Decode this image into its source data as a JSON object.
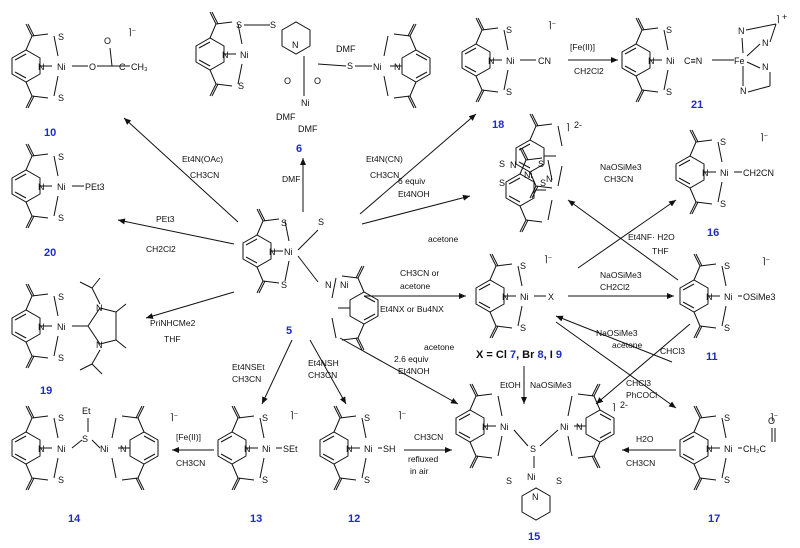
{
  "colors": {
    "label": "#1f2dbf",
    "ink": "#111111",
    "background": "#ffffff"
  },
  "atoms": {
    "ni": "Ni",
    "s": "S",
    "n": "N",
    "o": "O",
    "fe": "Fe"
  },
  "compounds": {
    "c5": {
      "number": "5"
    },
    "c6": {
      "number": "6",
      "ligands": [
        "DMF",
        "DMF",
        "DMF"
      ]
    },
    "c7_9": {
      "number_prefix": "X = Cl ",
      "n7": "7",
      "sep1": ", Br ",
      "n8": "8",
      "sep2": ", I ",
      "n9": "9",
      "x_label": "X"
    },
    "c10": {
      "number": "10",
      "ligand": "O–C(=O)–CH3"
    },
    "c11": {
      "number": "11",
      "ligand": "OSiMe3"
    },
    "c12": {
      "number": "12",
      "ligand": "SH"
    },
    "c13": {
      "number": "13",
      "ligand": "SEt"
    },
    "c14": {
      "number": "14",
      "bridge": "Et"
    },
    "c15": {
      "number": "15",
      "charge": "2-"
    },
    "c16": {
      "number": "16",
      "ligand": "CH2CN"
    },
    "c17": {
      "number": "17",
      "ligand": "CH2C=O"
    },
    "c18": {
      "number": "18",
      "ligand": "CN"
    },
    "c19": {
      "number": "19",
      "ligand": "Pri NHC"
    },
    "c20": {
      "number": "20",
      "ligand": "PEt3"
    },
    "c21": {
      "number": "21",
      "charge": "+",
      "ligand": "C≡N"
    }
  },
  "conditions": {
    "to10": [
      "Et4N(OAc)",
      "CH3CN"
    ],
    "to6": [
      "DMF"
    ],
    "to18": [
      "Et4N(CN)",
      "CH3CN"
    ],
    "to21": [
      "[Fe(II)]",
      "CH2Cl2"
    ],
    "to20": [
      "PEt3",
      "CH2Cl2"
    ],
    "to_bis": [
      "6 equiv",
      "Et4NOH",
      "acetone"
    ],
    "to16": [
      "NaOSiMe3",
      "CH3CN"
    ],
    "to16b": [
      "Et4NF· H2O",
      "THF"
    ],
    "to19": [
      "PriNHCMe2",
      "THF"
    ],
    "to7": [
      "CH3CN or",
      "acetone",
      "Et4NX or Bu4NX"
    ],
    "to11": [
      "NaOSiMe3",
      "CH2Cl2"
    ],
    "from11": [
      "NaOSiMe3",
      "acetone"
    ],
    "chcl3": [
      "CHCl3"
    ],
    "to17": [
      "CHCl3",
      "PhCOCl"
    ],
    "to15a": [
      "acetone",
      "2.6 equiv",
      "Et4NOH"
    ],
    "to15b": [
      "EtOH",
      "NaOSiMe3"
    ],
    "to13": [
      "Et4NSEt",
      "CH3CN"
    ],
    "to12": [
      "Et4NSH",
      "CH3CN"
    ],
    "to14": [
      "[Fe(II)]",
      "CH3CN"
    ],
    "to15c": [
      "CH3CN",
      "refluxed",
      "in air"
    ],
    "to15d": [
      "H2O",
      "CH3CN"
    ]
  },
  "bis_charge": "2-",
  "mono_charge": "‾]⁻"
}
